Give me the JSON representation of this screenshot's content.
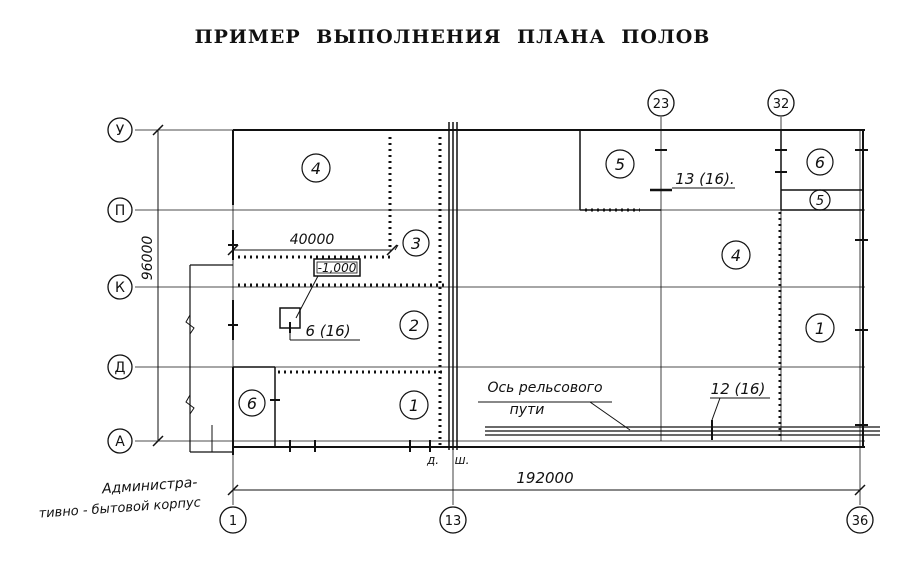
{
  "title": "ПРИМЕР ВЫПОЛНЕНИЯ  ПЛАНА  ПОЛОВ",
  "row_axes": [
    "У",
    "П",
    "К",
    "Д",
    "А"
  ],
  "col_axes": [
    "1",
    "13",
    "36",
    "23",
    "32"
  ],
  "dimensions": {
    "height": "96000",
    "inner_width": "40000",
    "total_width": "192000"
  },
  "floor_zones": {
    "z4_top_left": "4",
    "z3": "3",
    "z2": "2",
    "z1_left": "1",
    "z6_admin": "6",
    "z5_top": "5",
    "z6_right": "6",
    "z5_right": "5",
    "z4_right": "4",
    "z1_right": "1"
  },
  "annotations": {
    "elevation": "-1,000",
    "callout_6_16": "6 (16)",
    "callout_13_16": "13 (16).",
    "callout_12_16": "12 (16)",
    "rail_axis_line1": "Ось рельсового",
    "rail_axis_line2": "пути",
    "admin_line1": "Администра-",
    "admin_line2": "тивно - бытовой корпус",
    "joint_d": "д.",
    "joint_sh": "ш."
  }
}
